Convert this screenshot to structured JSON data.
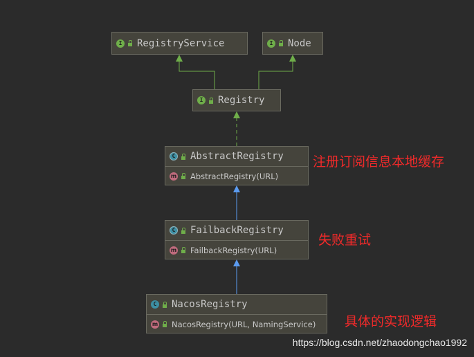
{
  "nodes": {
    "registry_service": {
      "badge": "I",
      "name": "RegistryService"
    },
    "node": {
      "badge": "I",
      "name": "Node"
    },
    "registry": {
      "badge": "I",
      "name": "Registry"
    },
    "abstract_registry": {
      "badge": "C",
      "name": "AbstractRegistry",
      "member_badge": "m",
      "member": "AbstractRegistry(URL)"
    },
    "failback_registry": {
      "badge": "C",
      "name": "FailbackRegistry",
      "member_badge": "m",
      "member": "FailbackRegistry(URL)"
    },
    "nacos_registry": {
      "badge": "C",
      "name": "NacosRegistry",
      "member_badge": "m",
      "member": "NacosRegistry(URL, NamingService)"
    }
  },
  "annotations": {
    "abstract_registry_note": "注册订阅信息本地缓存",
    "failback_registry_note": "失败重试",
    "nacos_registry_note": "具体的实现逻辑"
  },
  "watermark": "https://blog.csdn.net/zhaodongchao1992",
  "colors": {
    "background": "#2b2b2b",
    "node_fill": "#45443c",
    "interface_link": "#6fae4a",
    "extends_link": "#5b9bf0",
    "annotation_text": "#f02a2a"
  }
}
